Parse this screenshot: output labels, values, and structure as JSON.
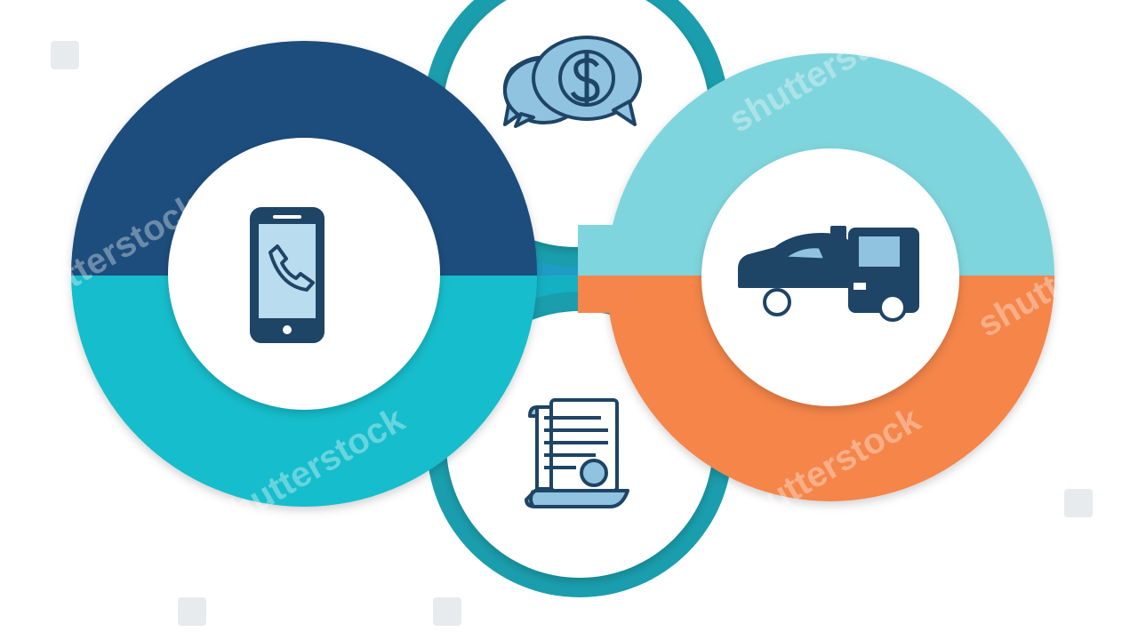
{
  "colors": {
    "navy": "#1a4d7c",
    "teal": "#16bdcc",
    "light_teal": "#7fd5dd",
    "orange": "#f5854a",
    "ring_teal": "#1a9ead",
    "icon_stroke": "#1e4466",
    "icon_fill": "#90c3e0",
    "white": "#ffffff"
  },
  "nodes": [
    {
      "id": "phone",
      "icon": "smartphone-call-icon",
      "ring_colors": [
        "navy",
        "teal"
      ]
    },
    {
      "id": "truck",
      "icon": "tow-truck-icon",
      "ring_colors": [
        "light_teal",
        "orange"
      ]
    },
    {
      "id": "money",
      "icon": "money-chat-icon",
      "ring_colors": [
        "ring_teal"
      ]
    },
    {
      "id": "document",
      "icon": "certificate-document-icon",
      "ring_colors": [
        "ring_teal"
      ]
    }
  ],
  "watermark": {
    "text": "shutterstock"
  }
}
